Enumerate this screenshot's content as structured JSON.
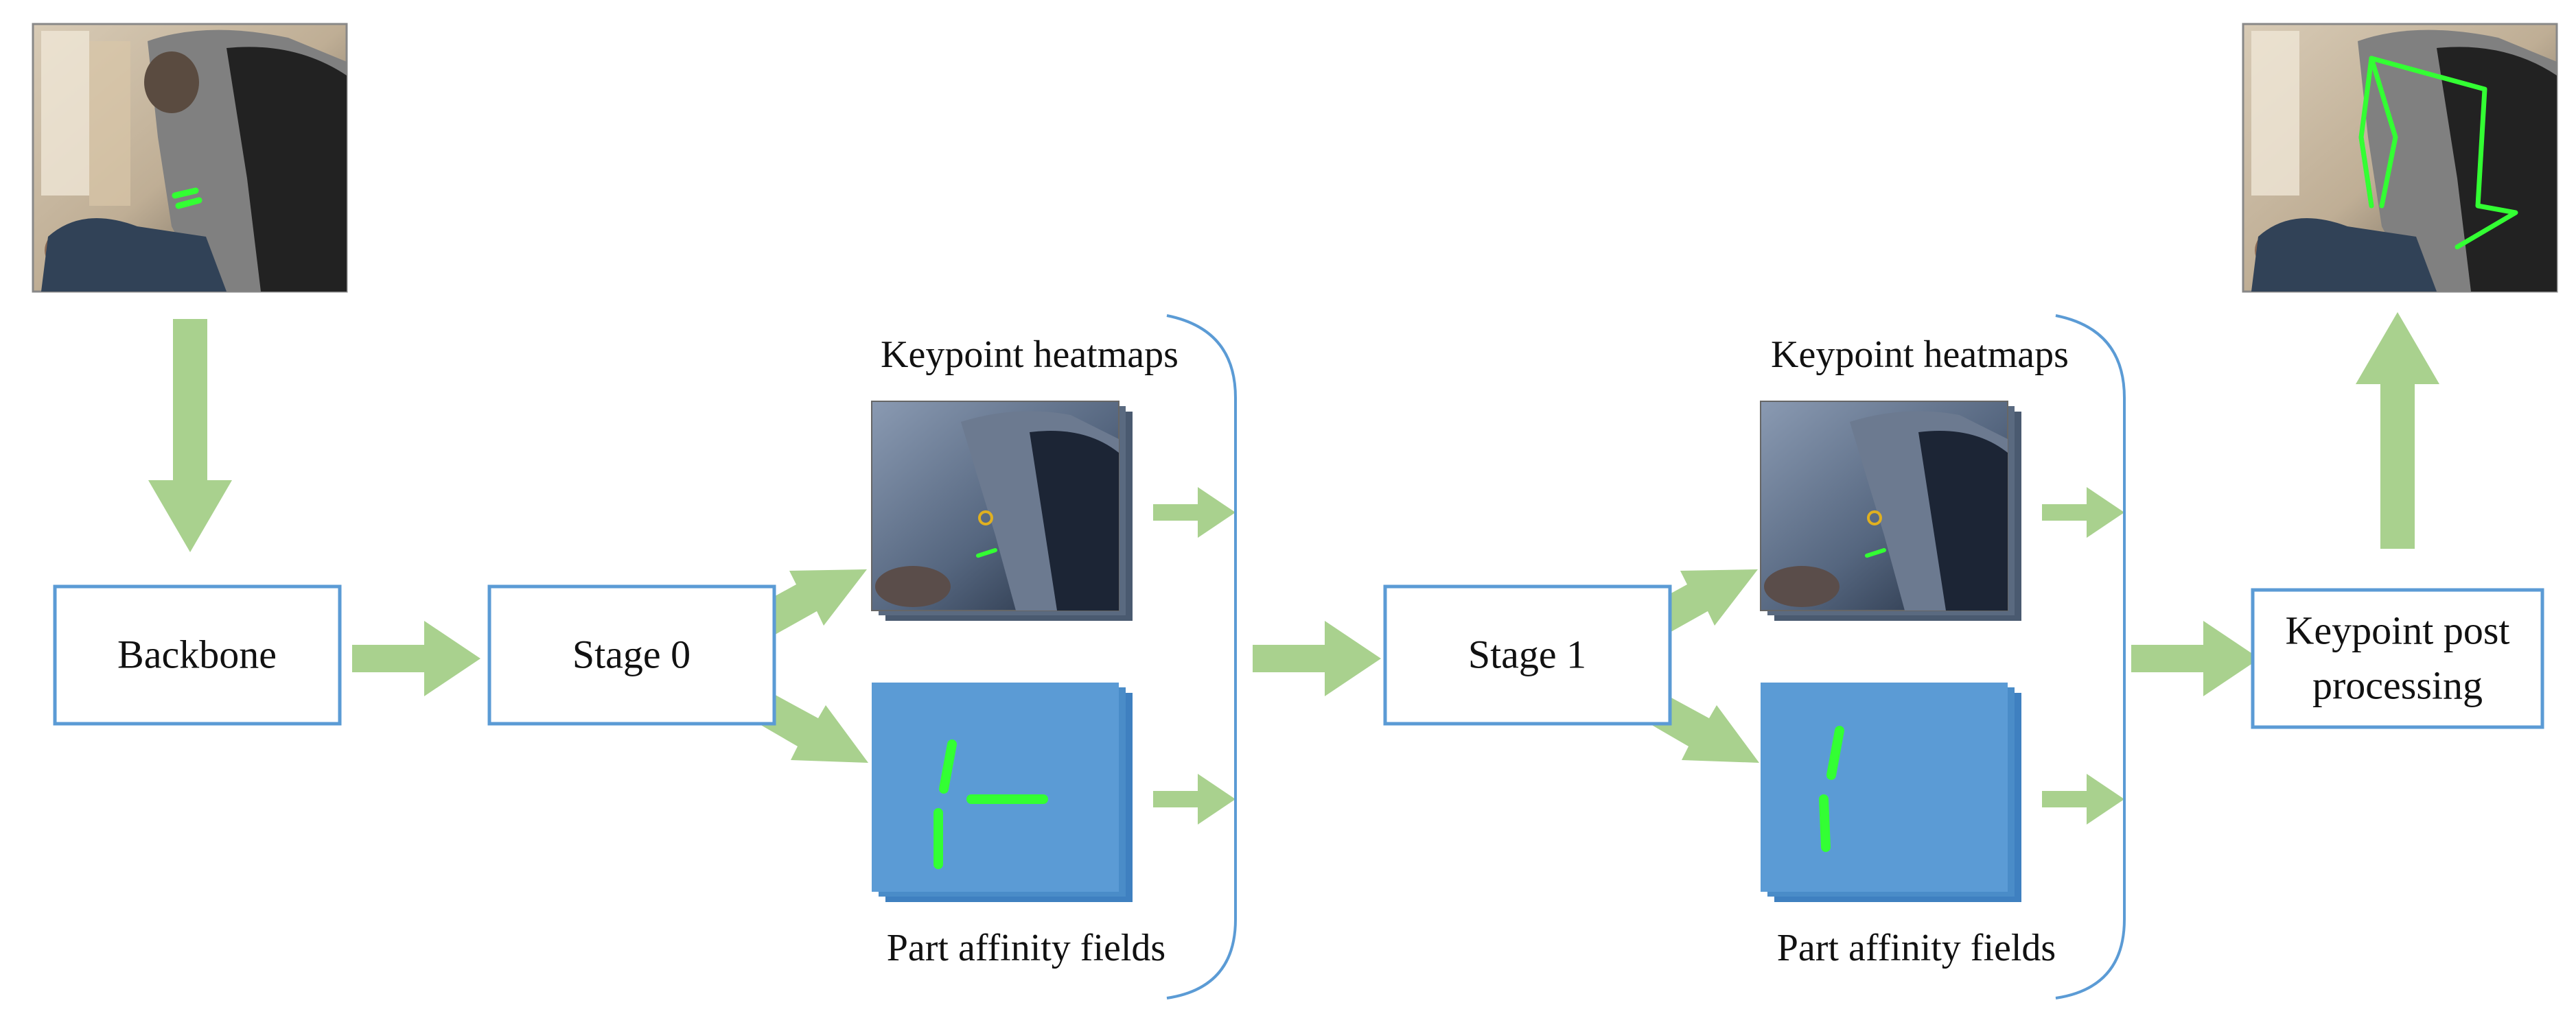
{
  "diagram": {
    "nodes": {
      "backbone": "Backbone",
      "stage0": "Stage 0",
      "stage1": "Stage 1",
      "post_line1": "Keypoint post",
      "post_line2": "processing"
    },
    "labels": {
      "heatmaps_0": "Keypoint heatmaps",
      "pafs_0": "Part affinity fields",
      "heatmaps_1": "Keypoint heatmaps",
      "pafs_1": "Part affinity fields"
    },
    "colors": {
      "arrow": "#a9d18e",
      "box_border": "#5b9bd5",
      "brace": "#5b9bd5",
      "paf_fill": "#5b9bd5",
      "paf_stroke": "#33ff33",
      "skeleton": "#33ff33"
    },
    "icons": [
      "camera-input-image",
      "heatmap-stack",
      "paf-stack",
      "pose-output-image"
    ]
  }
}
